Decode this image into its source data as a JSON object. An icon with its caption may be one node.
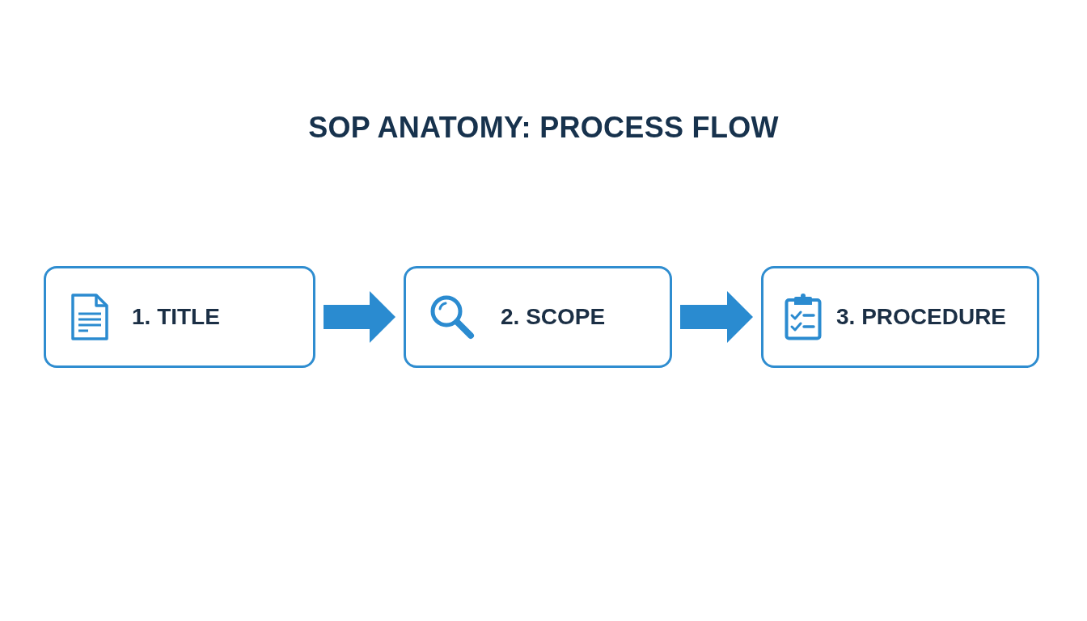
{
  "diagram": {
    "title": "SOP ANATOMY: PROCESS FLOW",
    "nodes": [
      {
        "text": [
          "1. TITLE"
        ]
      },
      {
        "text": [
          "2. SCOPE"
        ]
      },
      {
        "text": [
          "3. PROCEDURE"
        ]
      }
    ],
    "edges": [
      {
        "from": 0,
        "to": 1,
        "arrow": "to"
      },
      {
        "from": 1,
        "to": 2,
        "arrow": "to"
      }
    ]
  }
}
